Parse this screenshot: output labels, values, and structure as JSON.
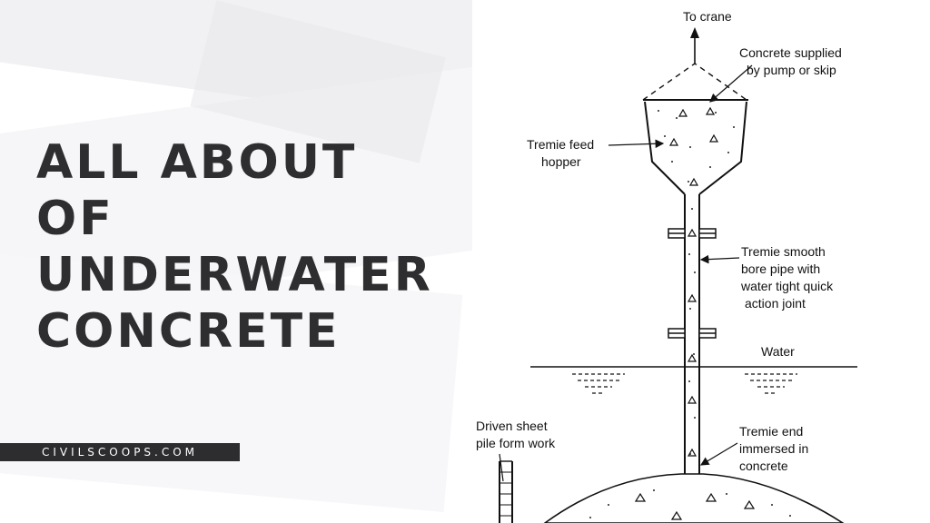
{
  "title": {
    "line1": "ALL ABOUT",
    "line2": "OF",
    "line3": "UNDERWATER",
    "line4": "CONCRETE"
  },
  "brand": "CIVILSCOOPS.COM",
  "diagram": {
    "to_crane": "To crane",
    "concrete_supplied_1": "Concrete supplied",
    "concrete_supplied_2": "by pump or skip",
    "hopper_1": "Tremie feed",
    "hopper_2": "hopper",
    "pipe_1": "Tremie smooth",
    "pipe_2": "bore pipe with",
    "pipe_3": "water tight quick",
    "pipe_4": "action joint",
    "water": "Water",
    "sheet_pile_1": "Driven sheet",
    "sheet_pile_2": "pile form work",
    "tremie_end_1": "Tremie end",
    "tremie_end_2": "immersed in",
    "tremie_end_3": "concrete"
  }
}
